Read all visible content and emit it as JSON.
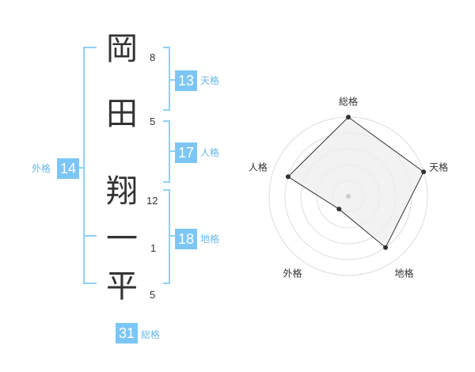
{
  "name": [
    {
      "char": "岡",
      "strokes": "8"
    },
    {
      "char": "田",
      "strokes": "5"
    },
    {
      "char": "翔",
      "strokes": "12"
    },
    {
      "char": "一",
      "strokes": "1"
    },
    {
      "char": "平",
      "strokes": "5"
    }
  ],
  "fortunes": {
    "tenkaku": {
      "value": "13",
      "label": "天格"
    },
    "jinkaku": {
      "value": "17",
      "label": "人格"
    },
    "chikaku": {
      "value": "18",
      "label": "地格"
    },
    "gaikaku": {
      "value": "14",
      "label": "外格"
    },
    "soukaku": {
      "value": "31",
      "label": "総格"
    }
  },
  "colors": {
    "accent": "#7cc6f5",
    "accent_text": "#67b8ec",
    "bracket": "#8fd0f7",
    "radar_fill": "#eeeeee"
  },
  "chart_data": {
    "type": "radar",
    "axes": [
      "総格",
      "天格",
      "地格",
      "外格",
      "人格"
    ],
    "levels": 5,
    "max": 5,
    "values": [
      5,
      5,
      4,
      1,
      4
    ]
  }
}
